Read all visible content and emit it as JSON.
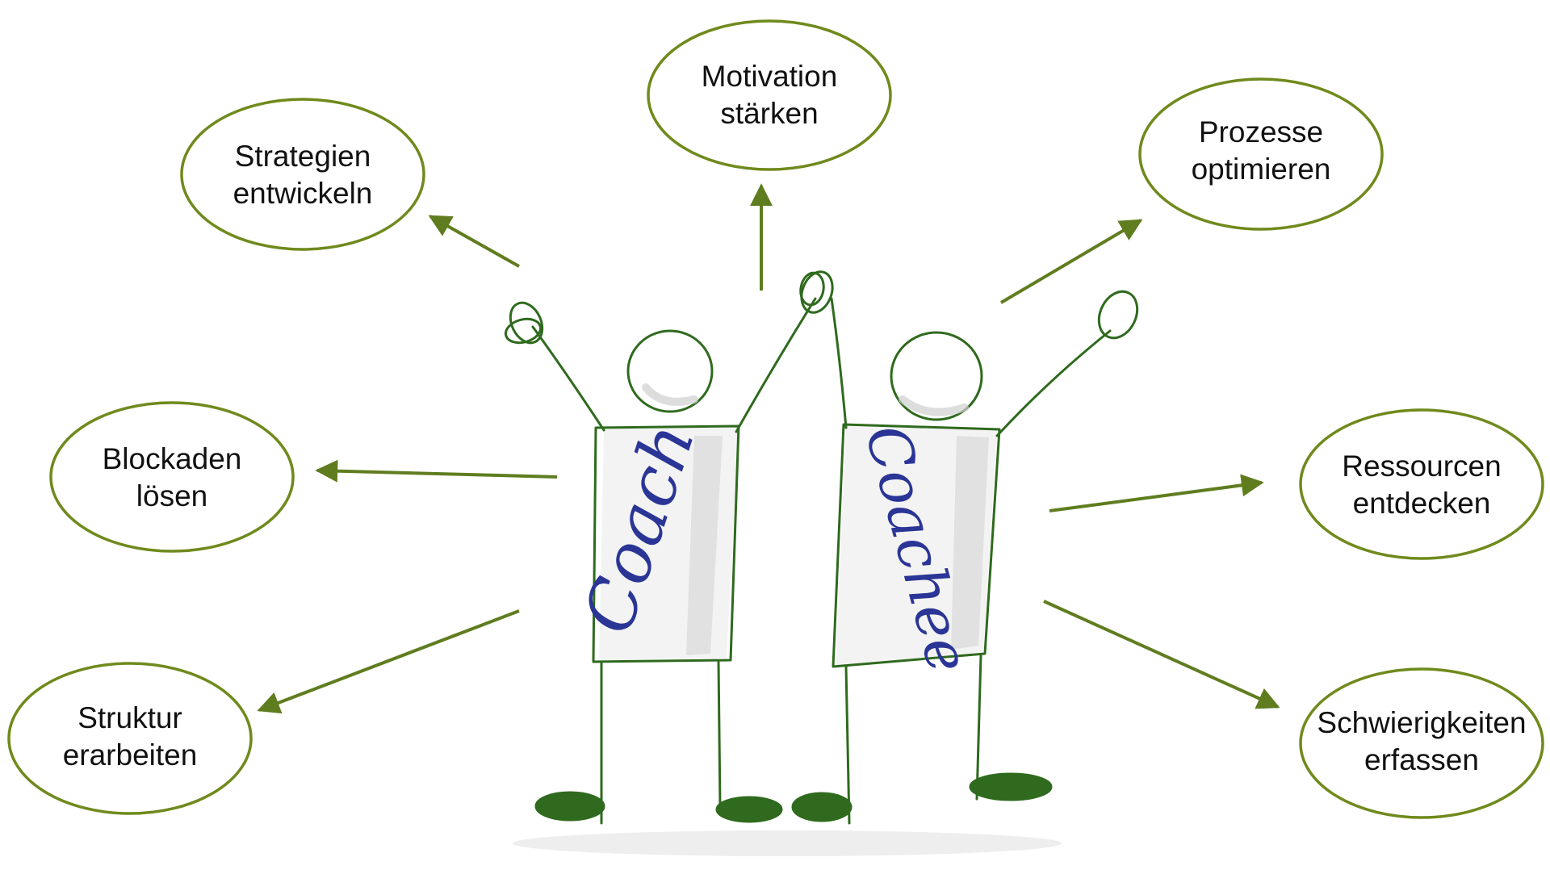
{
  "colors": {
    "outline": "#6f8a1c",
    "arrow": "#5f7d1f",
    "figure": "#2f6a1e",
    "shirt_text": "#2a3596",
    "shadow": "#d9d9d9"
  },
  "goals": {
    "motivation": {
      "line1": "Motivation",
      "line2": "stärken"
    },
    "strategien": {
      "line1": "Strategien",
      "line2": "entwickeln"
    },
    "prozesse": {
      "line1": "Prozesse",
      "line2": "optimieren"
    },
    "blockaden": {
      "line1": "Blockaden",
      "line2": "lösen"
    },
    "ressourcen": {
      "line1": "Ressourcen",
      "line2": "entdecken"
    },
    "struktur": {
      "line1": "Struktur",
      "line2": "erarbeiten"
    },
    "schwierigkeiten": {
      "line1": "Schwierigkeiten",
      "line2": "erfassen"
    }
  },
  "figures": {
    "coach": {
      "shirt_label": "Coach"
    },
    "coachee": {
      "shirt_label": "Coachee"
    }
  }
}
